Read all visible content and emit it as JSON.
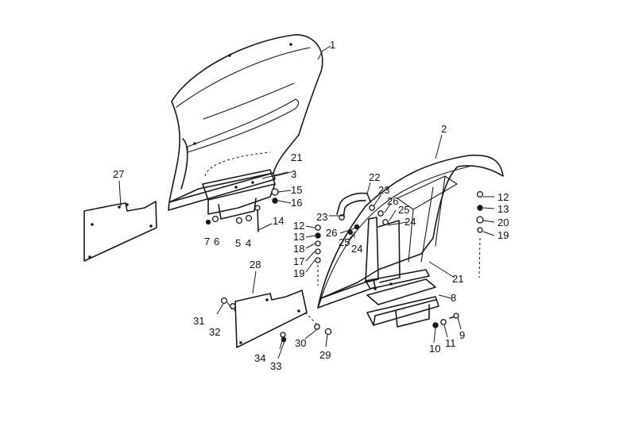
{
  "labels": [
    {
      "id": "1",
      "text": "1"
    },
    {
      "id": "2",
      "text": "2"
    },
    {
      "id": "3",
      "text": "3"
    },
    {
      "id": "4",
      "text": "4"
    },
    {
      "id": "5",
      "text": "5"
    },
    {
      "id": "6",
      "text": "6"
    },
    {
      "id": "7",
      "text": "7"
    },
    {
      "id": "8",
      "text": "8"
    },
    {
      "id": "9",
      "text": "9"
    },
    {
      "id": "10",
      "text": "10"
    },
    {
      "id": "11",
      "text": "11"
    },
    {
      "id": "12a",
      "text": "12"
    },
    {
      "id": "12b",
      "text": "12"
    },
    {
      "id": "13a",
      "text": "13"
    },
    {
      "id": "13b",
      "text": "13"
    },
    {
      "id": "14",
      "text": "14"
    },
    {
      "id": "15",
      "text": "15"
    },
    {
      "id": "16",
      "text": "16"
    },
    {
      "id": "17",
      "text": "17"
    },
    {
      "id": "18",
      "text": "18"
    },
    {
      "id": "19a",
      "text": "19"
    },
    {
      "id": "19b",
      "text": "19"
    },
    {
      "id": "20",
      "text": "20"
    },
    {
      "id": "21a",
      "text": "21"
    },
    {
      "id": "21b",
      "text": "21"
    },
    {
      "id": "22",
      "text": "22"
    },
    {
      "id": "23a",
      "text": "23"
    },
    {
      "id": "23b",
      "text": "23"
    },
    {
      "id": "24a",
      "text": "24"
    },
    {
      "id": "24b",
      "text": "24"
    },
    {
      "id": "25a",
      "text": "25"
    },
    {
      "id": "25b",
      "text": "25"
    },
    {
      "id": "26a",
      "text": "26"
    },
    {
      "id": "26b",
      "text": "26"
    },
    {
      "id": "27",
      "text": "27"
    },
    {
      "id": "28",
      "text": "28"
    },
    {
      "id": "29",
      "text": "29"
    },
    {
      "id": "30",
      "text": "30"
    },
    {
      "id": "31",
      "text": "31"
    },
    {
      "id": "32",
      "text": "32"
    },
    {
      "id": "33",
      "text": "33"
    },
    {
      "id": "34",
      "text": "34"
    }
  ]
}
